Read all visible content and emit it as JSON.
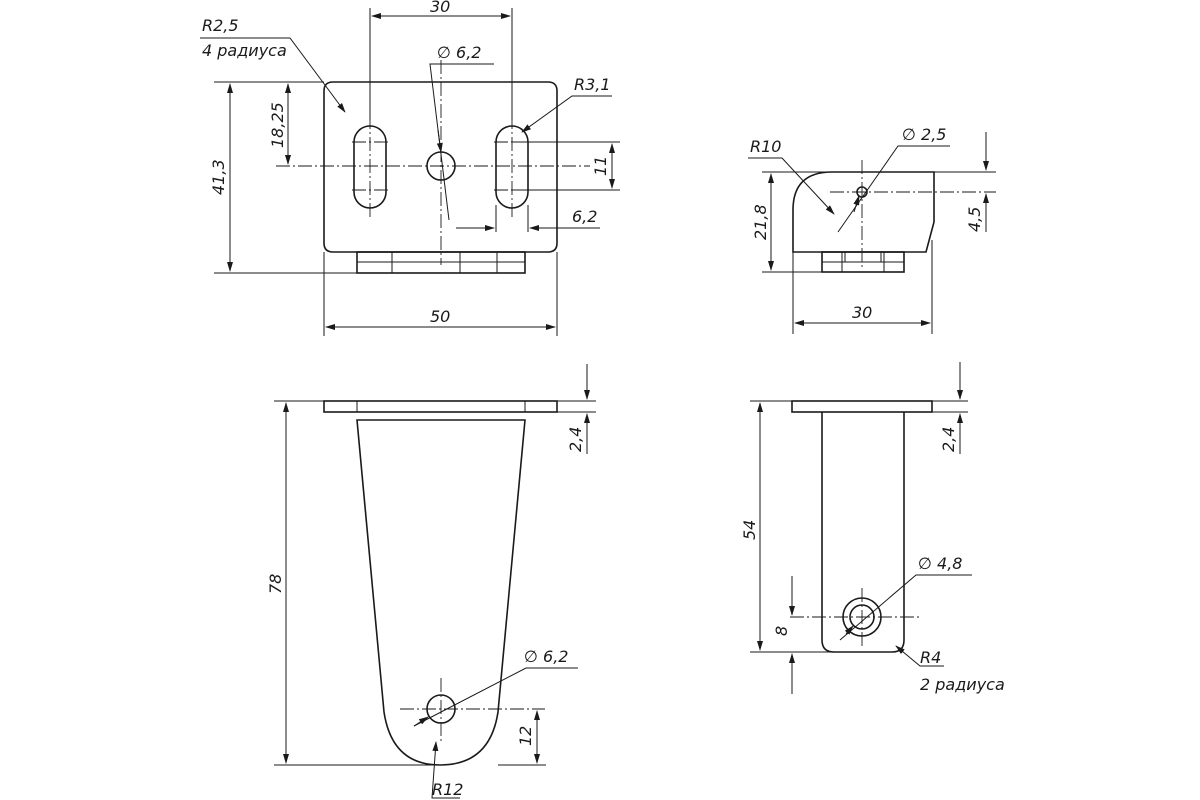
{
  "drawing": {
    "views": {
      "top": {
        "dim_width_top": "30",
        "dim_width_bottom": "50",
        "dim_height": "41,3",
        "dim_offset": "18,25",
        "dim_slot_len": "11",
        "dim_slot_w": "6,2",
        "hole_diam": "∅ 6,2",
        "radius_corner": "R2,5",
        "radius_corner_note": "4 радиуса",
        "radius_slot": "R3,1"
      },
      "side_top": {
        "radius": "R10",
        "hole_diam": "∅ 2,5",
        "dim_height": "21,8",
        "dim_hole_offset": "4,5",
        "dim_width": "30"
      },
      "front": {
        "dim_height": "78",
        "dim_plate": "2,4",
        "hole_diam": "∅ 6,2",
        "dim_hole_offset": "12",
        "radius": "R12"
      },
      "side": {
        "dim_height": "54",
        "dim_plate": "2,4",
        "hole_diam": "∅ 4,8",
        "dim_hole_offset": "8",
        "radius": "R4",
        "radius_note": "2 радиуса"
      }
    }
  }
}
